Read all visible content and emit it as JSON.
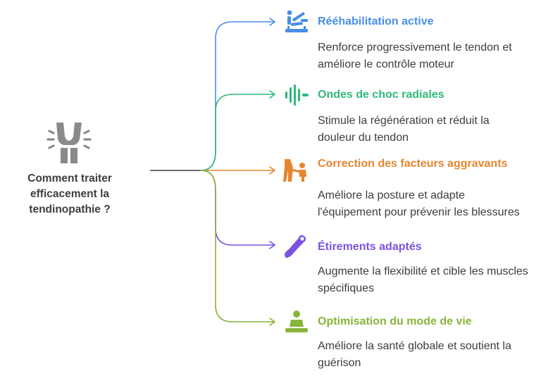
{
  "root": {
    "icon": "knee-joint-pain-icon",
    "label": "Comment traiter efficacement la tendinopathie ?",
    "color": "#8a8a8a"
  },
  "branches": [
    {
      "title": "Rééhabilitation active",
      "description": "Renforce progressivement le tendon et améliore le contrôle moteur",
      "color": "#4a8ee6",
      "icon": "exercise-icon"
    },
    {
      "title": "Ondes de choc radiales",
      "description": "Stimule la régénération et réduit la douleur du tendon",
      "color": "#2fb87a",
      "icon": "sound-wave-icon"
    },
    {
      "title": "Correction des facteurs aggravants",
      "description": "Améliore la posture et adapte l'équipement pour prévenir les blessures",
      "color": "#e6852f",
      "icon": "posture-correction-icon"
    },
    {
      "title": "Étirements adaptés",
      "description": "Augmente la flexibilité et cible les muscles spécifiques",
      "color": "#7b52e0",
      "icon": "stretch-icon"
    },
    {
      "title": "Optimisation du mode de vie",
      "description": "Améliore la santé globale et soutient la guérison",
      "color": "#88b43a",
      "icon": "meditation-icon"
    }
  ]
}
